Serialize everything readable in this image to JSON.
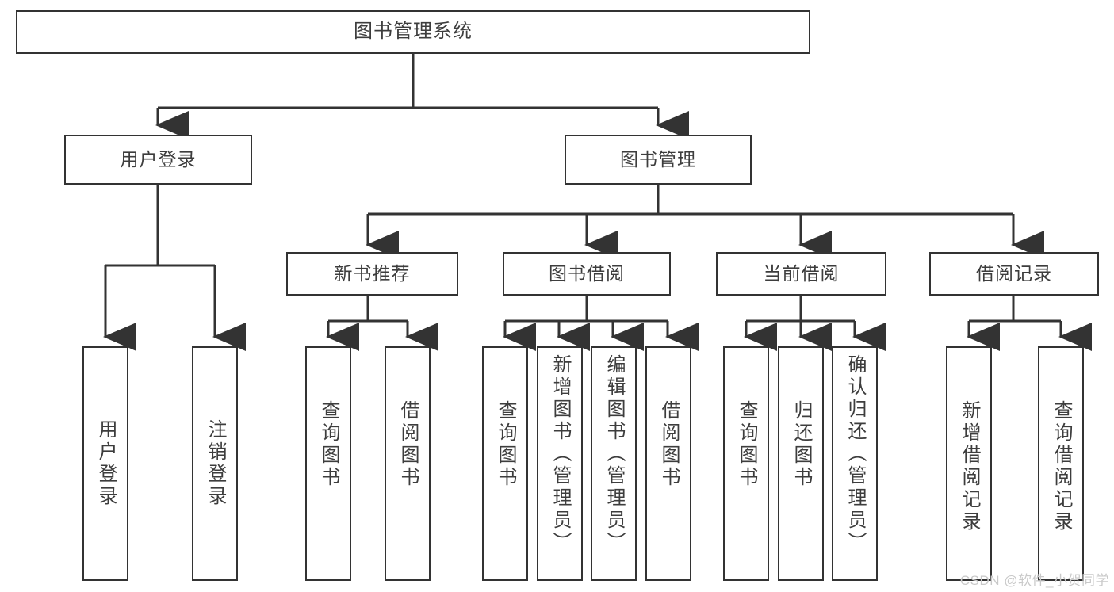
{
  "diagram": {
    "type": "tree",
    "title": "图书管理系统",
    "root": {
      "label": "图书管理系统"
    },
    "level1": [
      {
        "label": "用户登录"
      },
      {
        "label": "图书管理"
      }
    ],
    "level2": [
      {
        "label": "新书推荐"
      },
      {
        "label": "图书借阅"
      },
      {
        "label": "当前借阅"
      },
      {
        "label": "借阅记录"
      }
    ],
    "leaves": {
      "user_login": [
        {
          "label": "用户登录"
        },
        {
          "label": "注销登录"
        }
      ],
      "new_book_recommend": [
        {
          "label": "查询图书"
        },
        {
          "label": "借阅图书"
        }
      ],
      "book_borrow": [
        {
          "label": "查询图书"
        },
        {
          "label": "新增图书（管理员）"
        },
        {
          "label": "编辑图书（管理员）"
        },
        {
          "label": "借阅图书"
        }
      ],
      "current_borrow": [
        {
          "label": "查询图书"
        },
        {
          "label": "归还图书"
        },
        {
          "label": "确认归还（管理员）"
        }
      ],
      "borrow_record": [
        {
          "label": "新增借阅记录"
        },
        {
          "label": "查询借阅记录"
        }
      ]
    }
  },
  "watermark": {
    "text": "CSDN @软件_小贺同学"
  },
  "colors": {
    "background": "#ffffff",
    "box_border": "#333333",
    "text": "#3d3d3d",
    "connector": "#333333",
    "watermark": "#c9c9c9"
  }
}
